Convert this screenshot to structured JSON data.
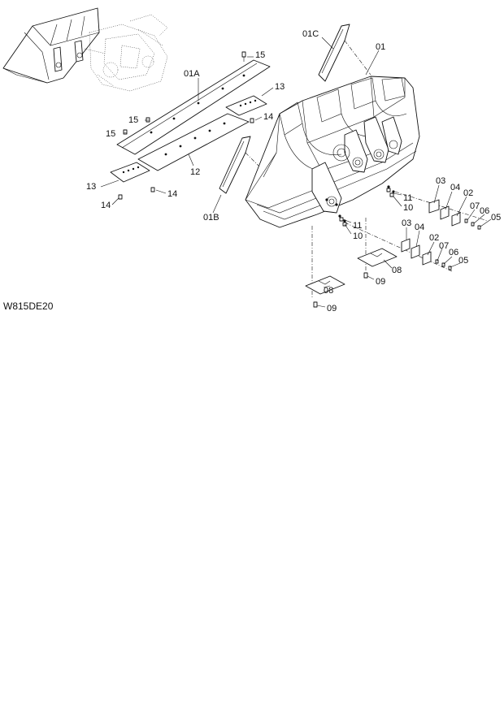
{
  "drawing_code": "W815DE20",
  "callouts": {
    "c01": "01",
    "c01A": "01A",
    "c01B": "01B",
    "c01C": "01C",
    "c02a": "02",
    "c02b": "02",
    "c03a": "03",
    "c03b": "03",
    "c04a": "04",
    "c04b": "04",
    "c05a": "05",
    "c05b": "05",
    "c06a": "06",
    "c06b": "06",
    "c07a": "07",
    "c07b": "07",
    "c08a": "08",
    "c08b": "08",
    "c09a": "09",
    "c09b": "09",
    "c10a": "10",
    "c10b": "10",
    "c11a": "11",
    "c11b": "11",
    "c12": "12",
    "c13a": "13",
    "c13b": "13",
    "c14a": "14",
    "c14b": "14",
    "c14c": "14",
    "c15a": "15",
    "c15b": "15",
    "c15c": "15"
  }
}
